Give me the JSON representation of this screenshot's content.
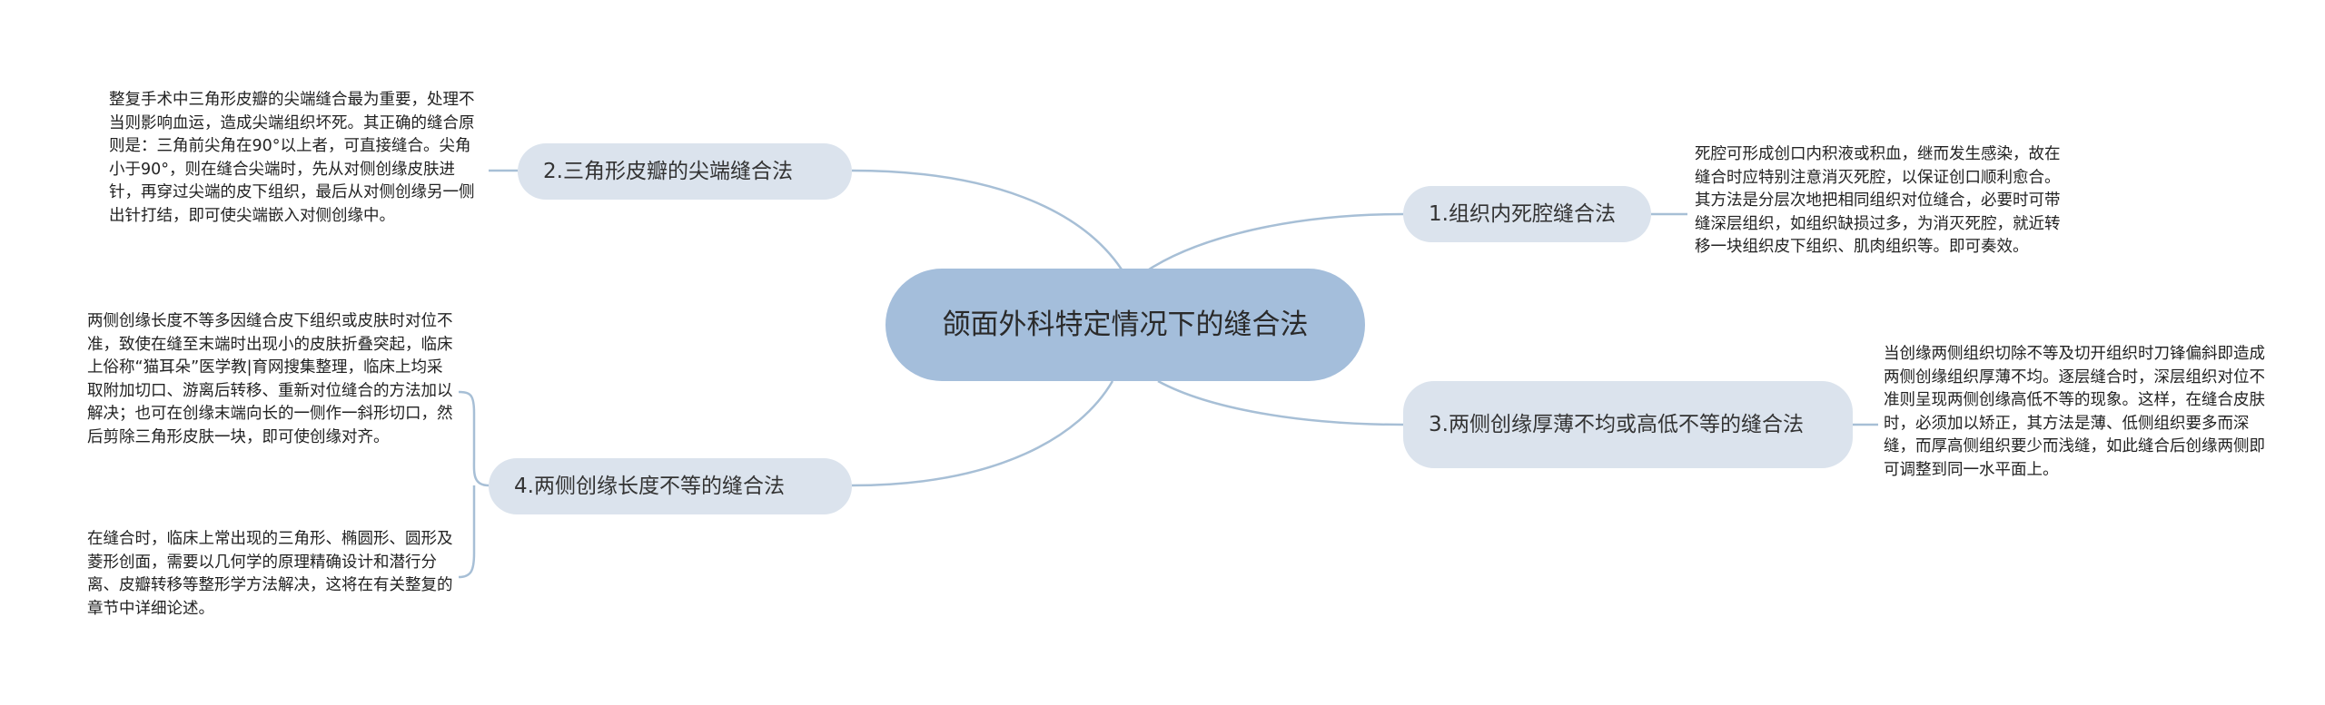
{
  "root": {
    "title": "颌面外科特定情况下的缝合法"
  },
  "branches": {
    "b1": {
      "label": "1.组织内死腔缝合法"
    },
    "b2": {
      "label": "2.三角形皮瓣的尖端缝合法"
    },
    "b3": {
      "label": "3.两侧创缘厚薄不均或高低不等的缝合法"
    },
    "b4": {
      "label": "4.两侧创缘长度不等的缝合法"
    }
  },
  "notes": {
    "n1": "死腔可形成创口内积液或积血，继而发生感染，故在缝合时应特别注意消灭死腔，以保证创口顺利愈合。其方法是分层次地把相同组织对位缝合，必要时可带缝深层组织，如组织缺损过多，为消灭死腔，就近转移一块组织皮下组织、肌肉组织等。即可奏效。",
    "n2": "整复手术中三角形皮瓣的尖端缝合最为重要，处理不当则影响血运，造成尖端组织坏死。其正确的缝合原则是：三角前尖角在90°以上者，可直接缝合。尖角小于90°，则在缝合尖端时，先从对侧创缘皮肤进针，再穿过尖端的皮下组织，最后从对侧创缘另一侧出针打结，即可使尖端嵌入对侧创缘中。",
    "n3": "当创缘两侧组织切除不等及切开组织时刀锋偏斜即造成两侧创缘组织厚薄不均。逐层缝合时，深层组织对位不准则呈现两侧创缘高低不等的现象。这样，在缝合皮肤时，必须加以矫正，其方法是薄、低侧组织要多而深缝，而厚高侧组织要少而浅缝，如此缝合后创缘两侧即可调整到同一水平面上。",
    "n4a": "两侧创缘长度不等多因缝合皮下组织或皮肤时对位不准，致使在缝至末端时出现小的皮肤折叠突起，临床上俗称“猫耳朵”医学教|育网搜集整理，临床上均采取附加切口、游离后转移、重新对位缝合的方法加以解决；也可在创缘末端向长的一侧作一斜形切口，然后剪除三角形皮肤一块，即可使创缘对齐。",
    "n4b": "在缝合时，临床上常出现的三角形、椭圆形、圆形及菱形创面，需要以几何学的原理精确设计和潜行分离、皮瓣转移等整形学方法解决，这将在有关整复的章节中详细论述。"
  },
  "colors": {
    "root": "#a4bedb",
    "branch": "#dbe3ed",
    "link": "#a7bfd6"
  }
}
